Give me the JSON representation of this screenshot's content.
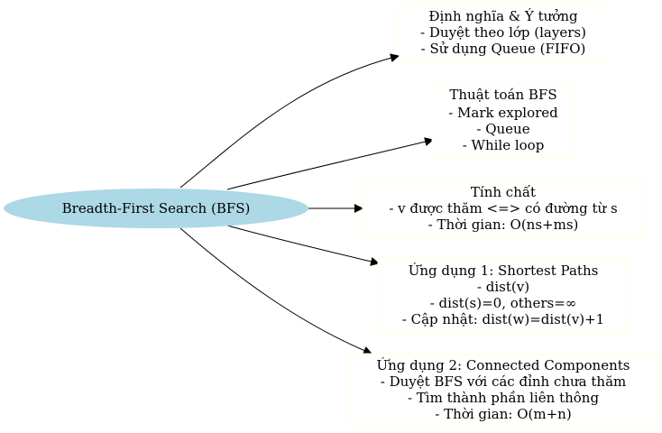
{
  "colors": {
    "root_fill": "#add8e6",
    "node_border": "#ffffe0",
    "edge": "#000000",
    "background": "#ffffff"
  },
  "root": {
    "label": "Breadth-First Search (BFS)"
  },
  "nodes": [
    {
      "id": "definition",
      "lines": [
        "Định nghĩa & Ý tưởng",
        "- Duyệt theo lớp (layers)",
        "- Sử dụng Queue (FIFO)"
      ]
    },
    {
      "id": "algorithm",
      "lines": [
        "Thuật toán BFS",
        "- Mark explored",
        "- Queue",
        "- While loop"
      ]
    },
    {
      "id": "properties",
      "lines": [
        "Tính chất",
        "- v được thăm <=> có đường từ s",
        "- Thời gian: O(ns+ms)"
      ]
    },
    {
      "id": "shortest-paths",
      "lines": [
        "Ứng dụng 1: Shortest Paths",
        "- dist(v)",
        "- dist(s)=0, others=∞",
        "- Cập nhật: dist(w)=dist(v)+1"
      ]
    },
    {
      "id": "connected-components",
      "lines": [
        "Ứng dụng 2: Connected Components",
        "- Duyệt BFS với các đỉnh chưa thăm",
        "- Tìm thành phần liên thông",
        "- Thời gian: O(m+n)"
      ]
    }
  ]
}
